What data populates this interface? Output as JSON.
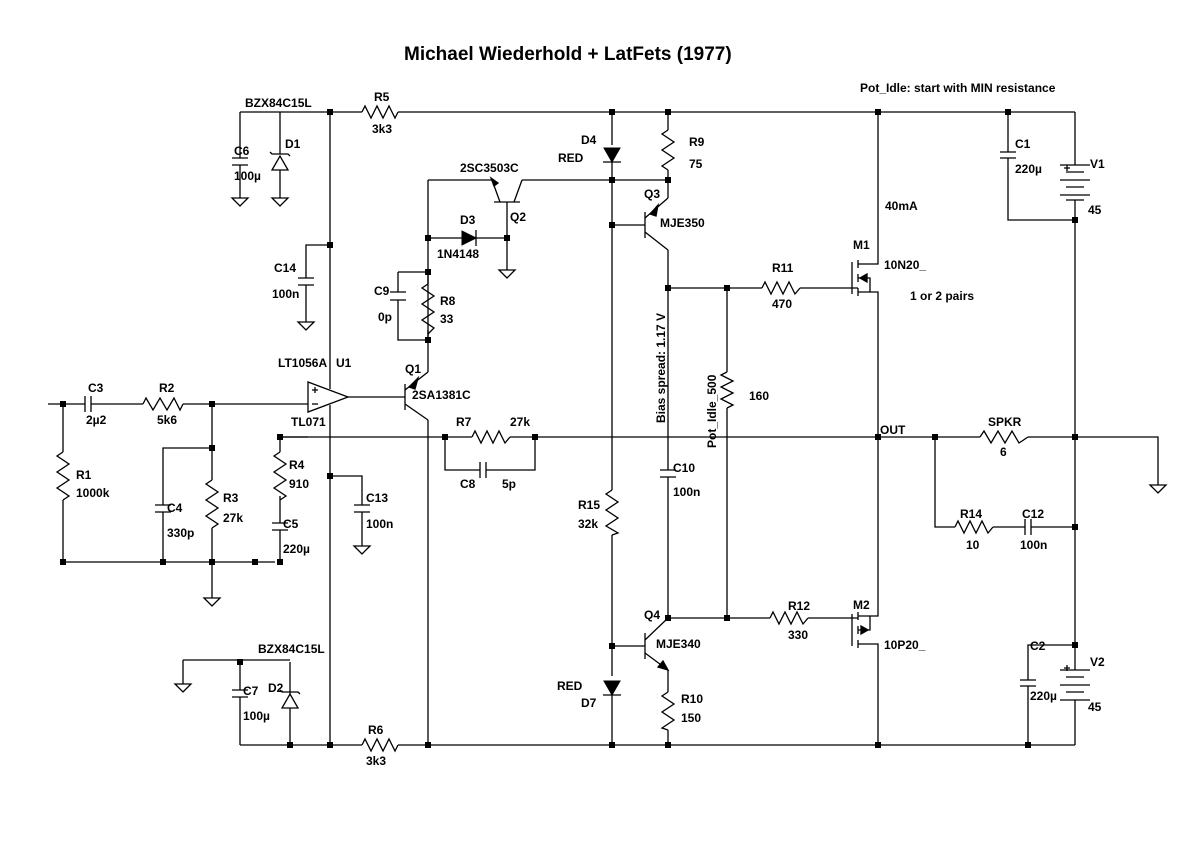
{
  "title": "Michael Wiederhold + LatFets (1977)",
  "labels": {
    "pot_note": "Pot_Idle: start with MIN resistance",
    "d1_type": "BZX84C15L",
    "d2_type": "BZX84C15L",
    "r5": "R5",
    "r5_val": "3k3",
    "c6": "C6",
    "c6_val": "100µ",
    "d1": "D1",
    "c14": "C14",
    "c14_val": "100n",
    "q2_type": "2SC3503C",
    "q2": "Q2",
    "d3": "D3",
    "d3_type": "1N4148",
    "c9": "C9",
    "c9_val": "0p",
    "r8": "R8",
    "r8_val": "33",
    "d4": "D4",
    "d4_val": "RED",
    "r9": "R9",
    "r9_val": "75",
    "q3": "Q3",
    "q3_type": "MJE350",
    "bias_spread": "Bias spread: 1.17 V",
    "r11": "R11",
    "r11_val": "470",
    "m1": "M1",
    "m1_type": "10N20_",
    "pairs": "1 or 2 pairs",
    "current": "40mA",
    "c1": "C1",
    "c1_val": "220µ",
    "v1": "V1",
    "v1_val": "45",
    "u1_type": "LT1056A",
    "u1": "U1",
    "u1_alt": "TL071",
    "q1": "Q1",
    "q1_type": "2SA1381C",
    "c3": "C3",
    "c3_val": "2µ2",
    "r2": "R2",
    "r2_val": "5k6",
    "r1": "R1",
    "r1_val": "1000k",
    "c4": "C4",
    "c4_val": "330p",
    "r3": "R3",
    "r3_val": "27k",
    "r4": "R4",
    "r4_val": "910",
    "c5": "C5",
    "c5_val": "220µ",
    "c13": "C13",
    "c13_val": "100n",
    "r7": "R7",
    "r7_val": "27k",
    "c8": "C8",
    "c8_val": "5p",
    "pot": "Pot_Idle_500",
    "pot_val": "160",
    "c10": "C10",
    "c10_val": "100n",
    "out": "OUT",
    "spkr": "SPKR",
    "spkr_val": "6",
    "r14": "R14",
    "r14_val": "10",
    "c12": "C12",
    "c12_val": "100n",
    "r15": "R15",
    "r15_val": "32k",
    "q4": "Q4",
    "q4_type": "MJE340",
    "r12": "R12",
    "r12_val": "330",
    "m2": "M2",
    "m2_type": "10P20_",
    "c2": "C2",
    "c2_val": "220µ",
    "v2": "V2",
    "v2_val": "45",
    "c7": "C7",
    "c7_val": "100µ",
    "d2": "D2",
    "d7": "D7",
    "d7_val": "RED",
    "r10": "R10",
    "r10_val": "150",
    "r6": "R6",
    "r6_val": "3k3"
  }
}
